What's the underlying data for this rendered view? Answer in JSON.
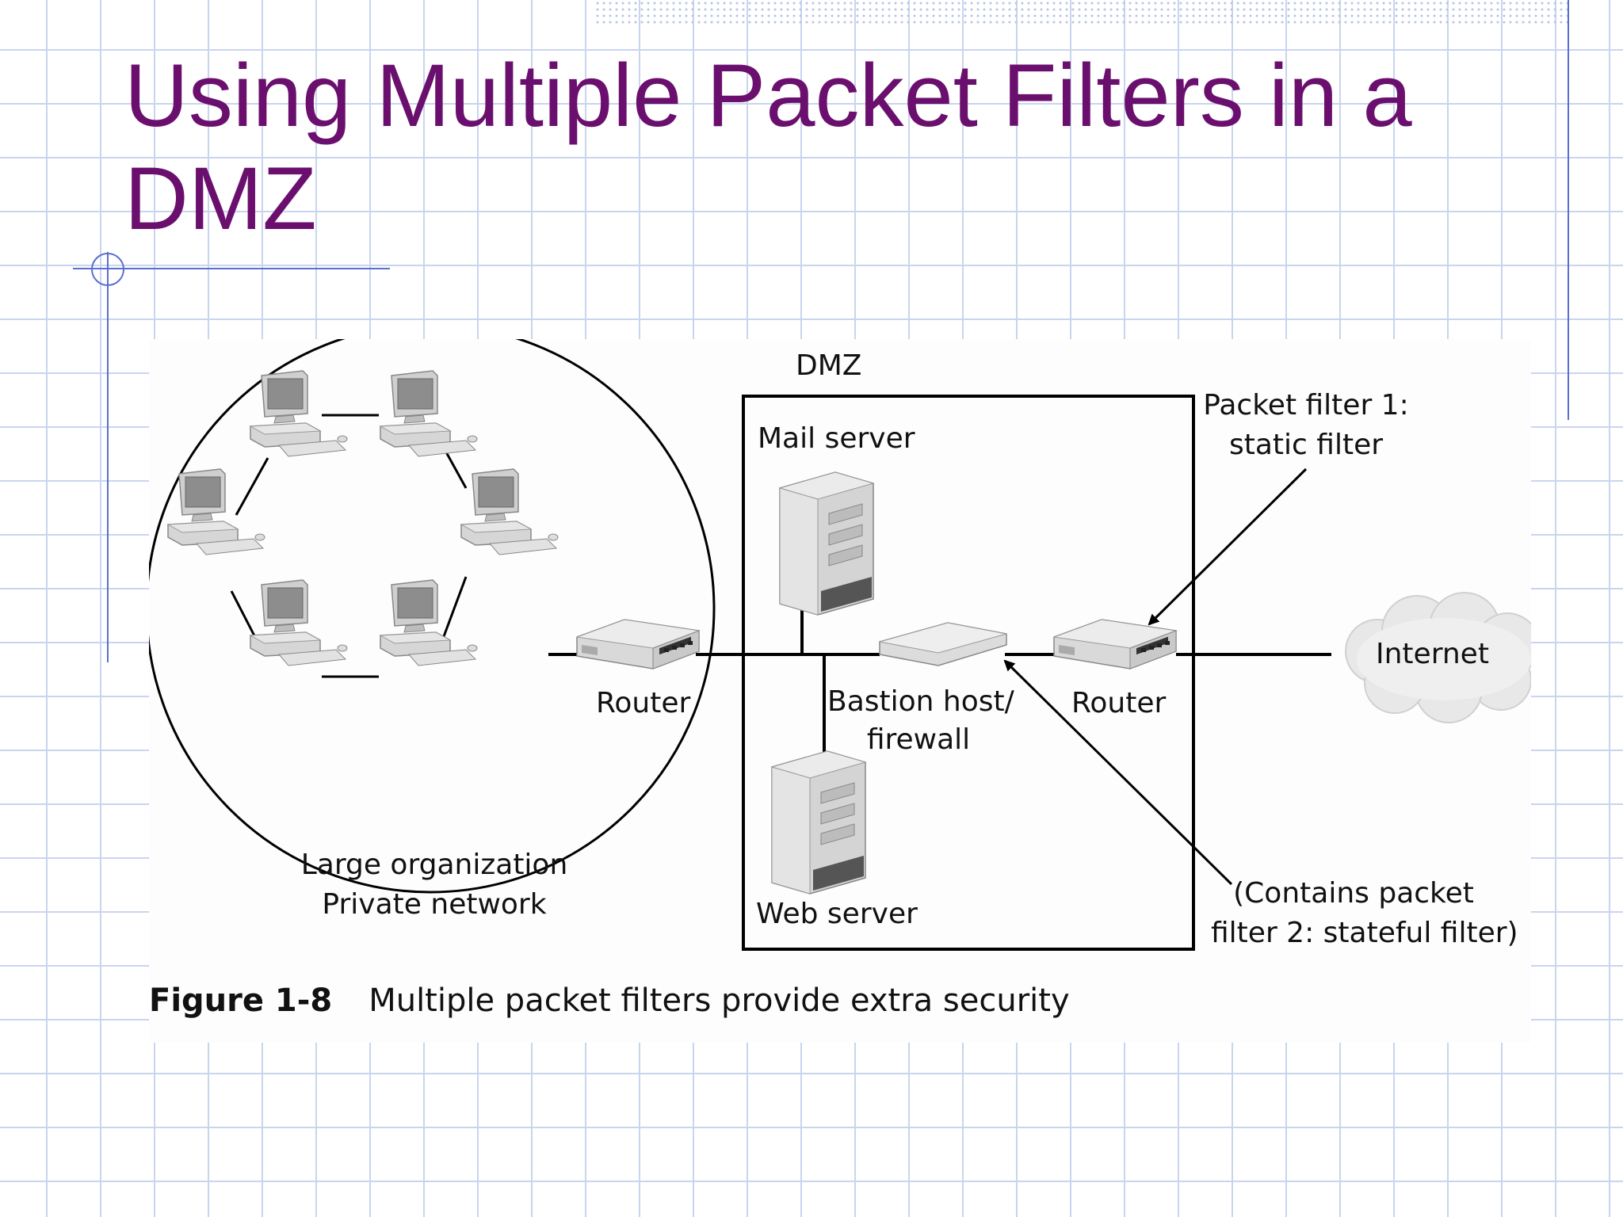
{
  "slide": {
    "title": "Using Multiple Packet Filters in a DMZ"
  },
  "diagram": {
    "dmz_label": "DMZ",
    "mail_server": "Mail server",
    "web_server": "Web server",
    "bastion_line1": "Bastion host/",
    "bastion_line2": "firewall",
    "router_inner": "Router",
    "router_outer": "Router",
    "internet": "Internet",
    "private_line1": "Large organization",
    "private_line2": "Private network",
    "filter1_line1": "Packet filter 1:",
    "filter1_line2": "static filter",
    "filter2_line1": "(Contains packet",
    "filter2_line2": "filter 2: stateful filter)",
    "figure_number": "Figure 1-8",
    "figure_caption": "Multiple packet filters provide extra security"
  }
}
